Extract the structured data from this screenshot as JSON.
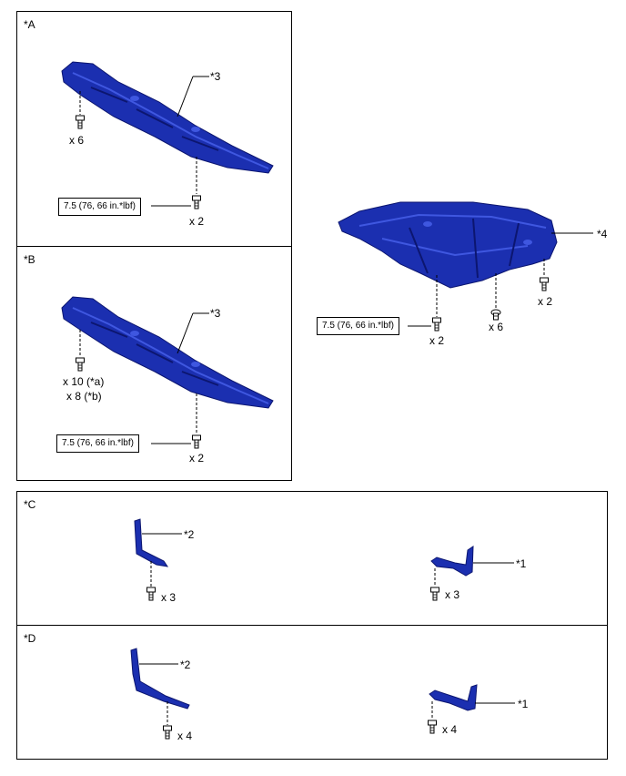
{
  "panels": {
    "a": {
      "label": "*A",
      "part_callout": "*3",
      "qty_bolts": "x 6",
      "torque": "7.5 (76, 66 in.*lbf)",
      "qty_torque": "x 2"
    },
    "b": {
      "label": "*B",
      "part_callout": "*3",
      "qty_bolts_1": "x 10 (*a)",
      "qty_bolts_2": "x 8 (*b)",
      "torque": "7.5 (76, 66 in.*lbf)",
      "qty_torque": "x 2"
    },
    "main": {
      "part_callout": "*4",
      "torque": "7.5 (76, 66 in.*lbf)",
      "qty_torque": "x 2",
      "qty_center": "x 6",
      "qty_right": "x 2"
    },
    "c": {
      "label": "*C",
      "left_callout": "*2",
      "left_qty": "x 3",
      "right_callout": "*1",
      "right_qty": "x 3"
    },
    "d": {
      "label": "*D",
      "left_callout": "*2",
      "left_qty": "x 4",
      "right_callout": "*1",
      "right_qty": "x 4"
    }
  },
  "colors": {
    "part_fill": "#1b2fb0",
    "part_dark": "#0c1670",
    "part_light": "#3f57e0",
    "line": "#000000"
  }
}
